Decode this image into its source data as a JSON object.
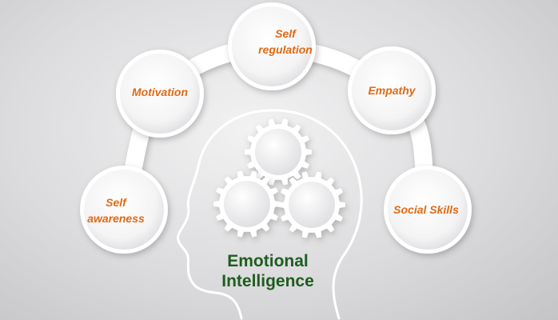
{
  "diagram": {
    "title": "Emotional\nIntelligence",
    "nodes": [
      {
        "id": "self-awareness",
        "label": "Self\nawareness"
      },
      {
        "id": "motivation",
        "label": "Motivation"
      },
      {
        "id": "self-regulation",
        "label": "Self\nregulation"
      },
      {
        "id": "empathy",
        "label": "Empathy"
      },
      {
        "id": "social-skills",
        "label": "Social Skills"
      }
    ],
    "colors": {
      "label": "#e06a14",
      "title": "#1f5d1f",
      "outline": "#ffffff"
    },
    "icons": [
      "head-outline-icon",
      "gear-icon"
    ]
  }
}
